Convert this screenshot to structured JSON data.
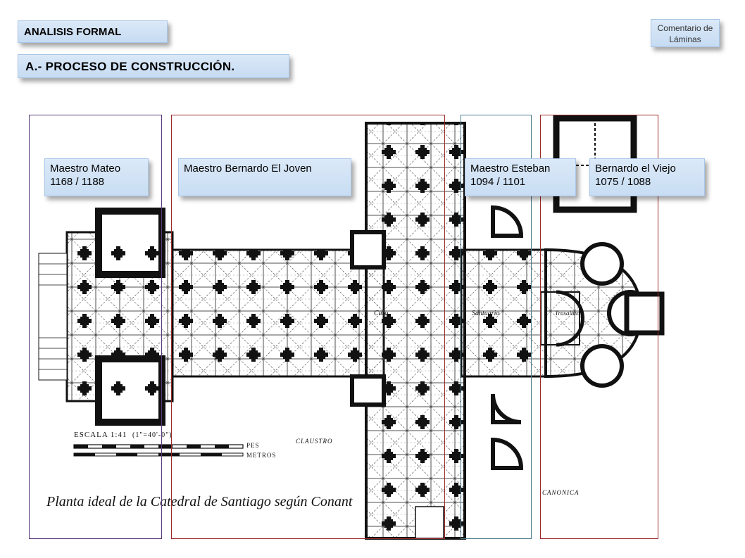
{
  "header": {
    "section_title": "ANALISIS FORMAL",
    "subtitle": "A.- PROCESO DE CONSTRUCCIÓN.",
    "comment_button": "Comentario de Láminas"
  },
  "phases": [
    {
      "master": "Maestro Mateo",
      "years": "1168 / 1188",
      "border_color": "#5b3a7a"
    },
    {
      "master": "Maestro Bernardo El Joven",
      "years": "",
      "border_color": "#9b2a2a"
    },
    {
      "master": "Maestro Esteban",
      "years": "1094 / 1101",
      "border_color": "#4a7a8a"
    },
    {
      "master": "Bernardo el Viejo",
      "years": "1075 / 1088",
      "border_color": "#9b2a2a"
    }
  ],
  "plan": {
    "caption": "Planta ideal de la Catedral de Santiago según Conant",
    "scale": "ESCALA 1:41",
    "scale_equiv": "(1\"=40'-0\")",
    "pes": "PES",
    "metros": "METROS",
    "claustro": "CLAUSTRO",
    "canonica": "CANONICA",
    "coro": "Coro",
    "santuario": "Santuario",
    "trasaltar": "Trasaltar"
  }
}
